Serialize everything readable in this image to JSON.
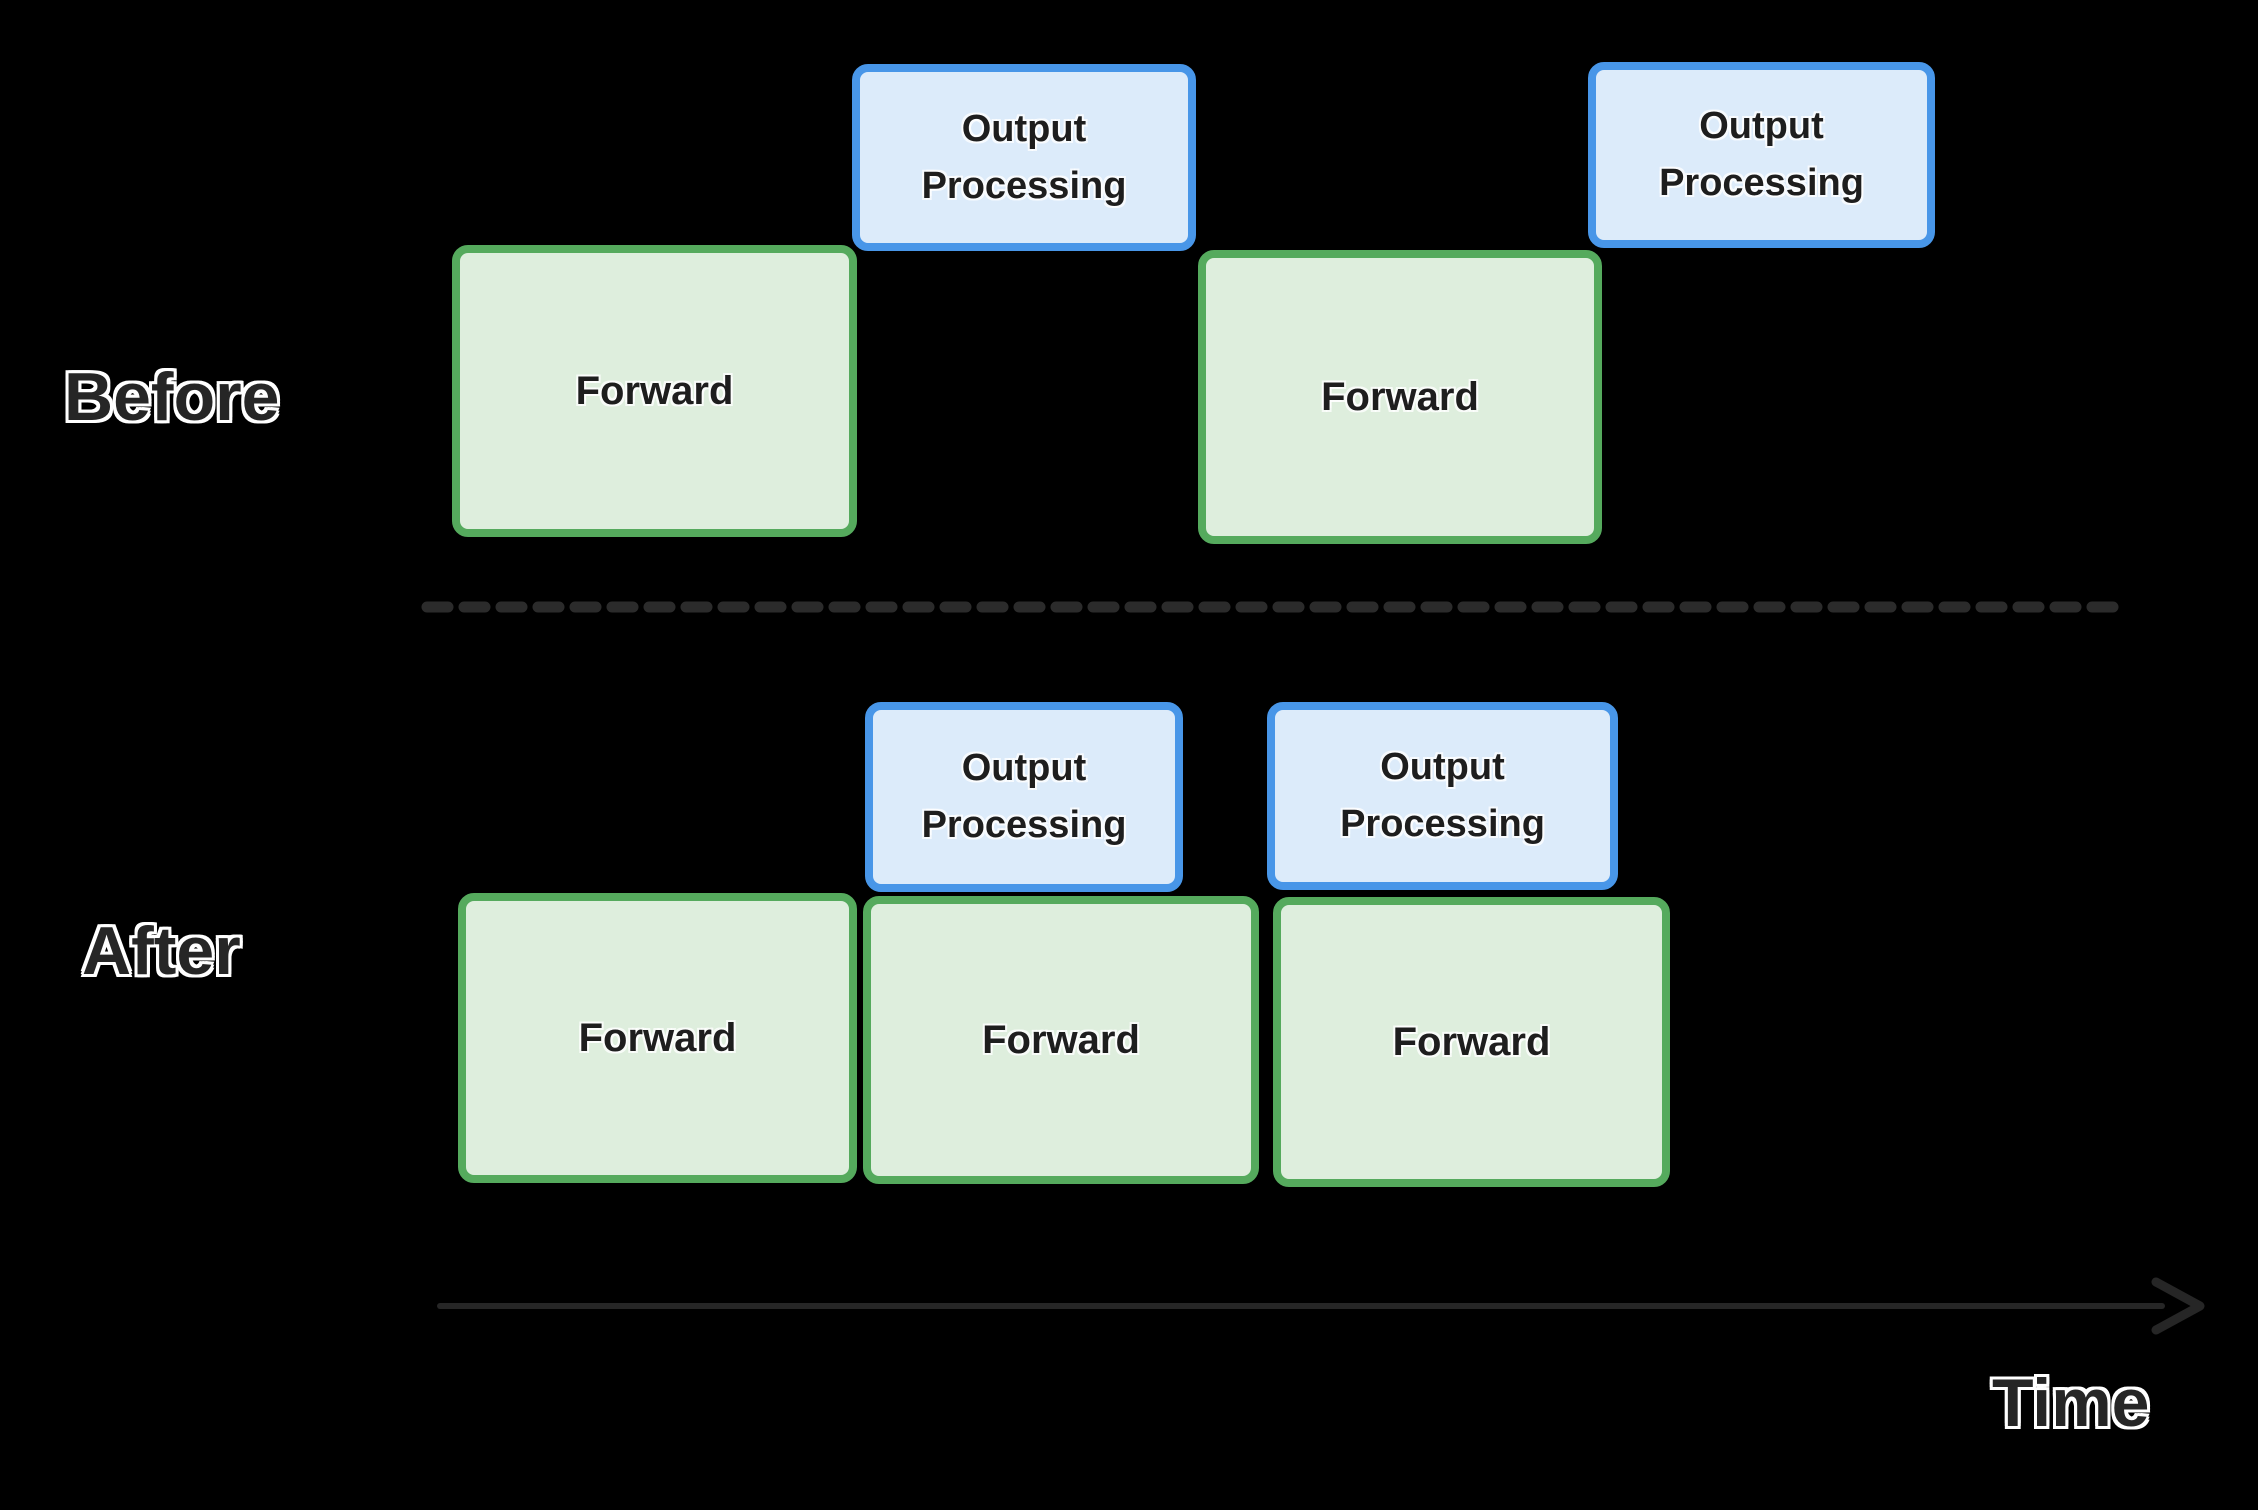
{
  "colors": {
    "background": "#000000",
    "forward_fill": "#deeedd",
    "forward_border": "#55aa5d",
    "output_fill": "#dcebfa",
    "output_border": "#4896e8",
    "box_text": "#1e1e1e",
    "label_text": "#262626",
    "label_outline": "#ffffff",
    "divider": "#2b2b2b",
    "arrow": "#262626"
  },
  "rows": {
    "before": {
      "label": "Before",
      "forward_boxes": [
        {
          "label": "Forward"
        },
        {
          "label": "Forward"
        }
      ],
      "output_boxes": [
        {
          "label": "Output Processing"
        },
        {
          "label": "Output Processing"
        }
      ]
    },
    "after": {
      "label": "After",
      "forward_boxes": [
        {
          "label": "Forward"
        },
        {
          "label": "Forward"
        },
        {
          "label": "Forward"
        }
      ],
      "output_boxes": [
        {
          "label": "Output Processing"
        },
        {
          "label": "Output Processing"
        }
      ]
    }
  },
  "axis": {
    "label": "Time"
  }
}
